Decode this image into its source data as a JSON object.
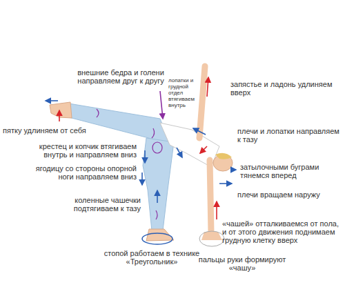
{
  "diagram": {
    "labels": [
      "внешние бедра и голени направляем друг к другу",
      "лопатки и грудной отдел втягиваем внутрь",
      "запястье и ладонь удлиняем вверх",
      "пятку удлиняем от себя",
      "плечи и лопатки направляем к тазу",
      "крестец и копчик втягиваем внутрь и направляем вниз",
      "затылочными буграми тянемся вперед",
      "ягодицу со стороны опорной ноги направляем вниз",
      "коленные чашечки подтягиваем к тазу",
      "плечи вращаем наружу",
      "«чашей» отталкиваемся от пола, и от этого движения поднимаем грудную клетку вверх",
      "стопой работаем в технике «Треугольник»",
      "пальцы руки формируют «чашу»"
    ]
  }
}
